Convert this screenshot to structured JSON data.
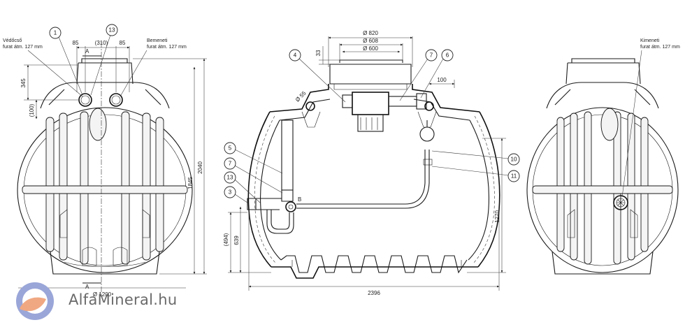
{
  "left_view": {
    "label_protective": [
      "Védőcső",
      "furat átm. 127 mm"
    ],
    "label_inlet": [
      "Bemeneti",
      "furat átm. 127 mm"
    ],
    "section_mark": "A",
    "dims": {
      "w85a": "85",
      "w310": "(310)",
      "w85b": "85",
      "h345": "345",
      "h100": "(100)",
      "h1845": "1845",
      "h2040": "2040",
      "dia": "Ø 1200"
    },
    "callouts": [
      "1",
      "13"
    ]
  },
  "middle_view": {
    "dims": {
      "d820": "Ø 820",
      "d608": "Ø 608",
      "d600": "Ø 600",
      "h33": "33",
      "d55": "Ø 55",
      "w100": "100",
      "h1270": "1270",
      "h494": "(494)",
      "h639": "639",
      "w2396": "2396"
    },
    "point_b": "B",
    "callouts": [
      "4",
      "7",
      "6",
      "5",
      "7",
      "13",
      "3",
      "10",
      "11"
    ]
  },
  "right_view": {
    "label_outlet": [
      "Kimeneti",
      "furat átm. 127 mm"
    ]
  },
  "brand": {
    "name": "AlfaMineral.hu",
    "colors": {
      "blue": "#9aa6d8",
      "orange": "#f0a882",
      "gray": "#6a6a6a"
    }
  }
}
